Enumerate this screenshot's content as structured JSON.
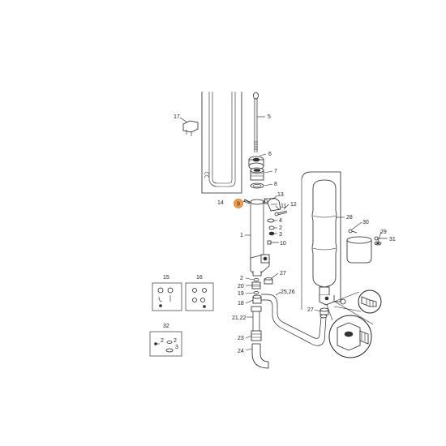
{
  "accent_color": "#f29b4a",
  "highlighted_callout": "9",
  "callouts": {
    "c17": "17",
    "c5": "5",
    "c6": "6",
    "c7": "7",
    "c8": "8",
    "c14": "14",
    "c9": "9",
    "c13": "13",
    "c11": "11",
    "c12": "12",
    "c4": "4",
    "c3a": "3",
    "c2a": "2",
    "c1": "1",
    "c10": "10",
    "c27a": "27",
    "c2b": "2",
    "c20": "20",
    "c19": "19",
    "c18": "18",
    "c2526": "25,26",
    "c2122": "21,22",
    "c23": "23",
    "c24": "24",
    "c15": "15",
    "c16": "16",
    "c32": "32",
    "c2c": "2",
    "c2d": "2",
    "c3b": "3",
    "c28": "28",
    "c30": "30",
    "c29": "29",
    "c31": "31",
    "c27b": "27"
  }
}
